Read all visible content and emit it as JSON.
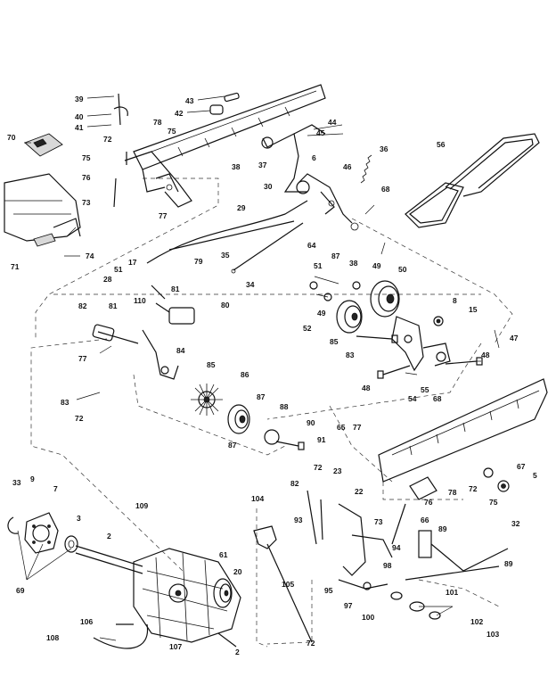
{
  "diagram": {
    "callouts": [
      {
        "id": "c39",
        "text": "39"
      },
      {
        "id": "c40",
        "text": "40"
      },
      {
        "id": "c41",
        "text": "41"
      },
      {
        "id": "c43",
        "text": "43"
      },
      {
        "id": "c42",
        "text": "42"
      },
      {
        "id": "c70",
        "text": "70"
      },
      {
        "id": "c72a",
        "text": "72"
      },
      {
        "id": "c78a",
        "text": "78"
      },
      {
        "id": "c75a",
        "text": "75"
      },
      {
        "id": "c75b",
        "text": "75"
      },
      {
        "id": "c76",
        "text": "76"
      },
      {
        "id": "c73a",
        "text": "73"
      },
      {
        "id": "c77a",
        "text": "77"
      },
      {
        "id": "c44",
        "text": "44"
      },
      {
        "id": "c45",
        "text": "45"
      },
      {
        "id": "c38a",
        "text": "38"
      },
      {
        "id": "c37",
        "text": "37"
      },
      {
        "id": "c6",
        "text": "6"
      },
      {
        "id": "c46",
        "text": "46"
      },
      {
        "id": "c36",
        "text": "36"
      },
      {
        "id": "c30",
        "text": "30"
      },
      {
        "id": "c68a",
        "text": "68"
      },
      {
        "id": "c56",
        "text": "56"
      },
      {
        "id": "c29",
        "text": "29"
      },
      {
        "id": "c64",
        "text": "64"
      },
      {
        "id": "c87a",
        "text": "87"
      },
      {
        "id": "c38b",
        "text": "38"
      },
      {
        "id": "c71",
        "text": "71"
      },
      {
        "id": "c74",
        "text": "74"
      },
      {
        "id": "c17",
        "text": "17"
      },
      {
        "id": "c79",
        "text": "79"
      },
      {
        "id": "c35",
        "text": "35"
      },
      {
        "id": "c51a",
        "text": "51"
      },
      {
        "id": "c28",
        "text": "28"
      },
      {
        "id": "c34",
        "text": "34"
      },
      {
        "id": "c51b",
        "text": "51"
      },
      {
        "id": "c49a",
        "text": "49"
      },
      {
        "id": "c50",
        "text": "50"
      },
      {
        "id": "c81a",
        "text": "81"
      },
      {
        "id": "c110",
        "text": "110"
      },
      {
        "id": "c80",
        "text": "80"
      },
      {
        "id": "c8",
        "text": "8"
      },
      {
        "id": "c49b",
        "text": "49"
      },
      {
        "id": "c15",
        "text": "15"
      },
      {
        "id": "c82a",
        "text": "82"
      },
      {
        "id": "c81b",
        "text": "81"
      },
      {
        "id": "c52",
        "text": "52"
      },
      {
        "id": "c47",
        "text": "47"
      },
      {
        "id": "c85a",
        "text": "85"
      },
      {
        "id": "c77b",
        "text": "77"
      },
      {
        "id": "c83a",
        "text": "83"
      },
      {
        "id": "c84",
        "text": "84"
      },
      {
        "id": "c48a",
        "text": "48"
      },
      {
        "id": "c85b",
        "text": "85"
      },
      {
        "id": "c86",
        "text": "86"
      },
      {
        "id": "c48b",
        "text": "48"
      },
      {
        "id": "c55",
        "text": "55"
      },
      {
        "id": "c54",
        "text": "54"
      },
      {
        "id": "c68b",
        "text": "68"
      },
      {
        "id": "c83b",
        "text": "83"
      },
      {
        "id": "c72b",
        "text": "72"
      },
      {
        "id": "c87b",
        "text": "87"
      },
      {
        "id": "c88",
        "text": "88"
      },
      {
        "id": "c87c",
        "text": "87"
      },
      {
        "id": "c90",
        "text": "90"
      },
      {
        "id": "c91",
        "text": "91"
      },
      {
        "id": "c65",
        "text": "65"
      },
      {
        "id": "c77c",
        "text": "77"
      },
      {
        "id": "c67",
        "text": "67"
      },
      {
        "id": "c5",
        "text": "5"
      },
      {
        "id": "c72c",
        "text": "72"
      },
      {
        "id": "c23",
        "text": "23"
      },
      {
        "id": "c78b",
        "text": "78"
      },
      {
        "id": "c72d",
        "text": "72"
      },
      {
        "id": "c22",
        "text": "22"
      },
      {
        "id": "c82b",
        "text": "82"
      },
      {
        "id": "c76b",
        "text": "76"
      },
      {
        "id": "c75c",
        "text": "75"
      },
      {
        "id": "c33",
        "text": "33"
      },
      {
        "id": "c9",
        "text": "9"
      },
      {
        "id": "c7",
        "text": "7"
      },
      {
        "id": "c109",
        "text": "109"
      },
      {
        "id": "c104",
        "text": "104"
      },
      {
        "id": "c93",
        "text": "93"
      },
      {
        "id": "c73b",
        "text": "73"
      },
      {
        "id": "c32",
        "text": "32"
      },
      {
        "id": "c3",
        "text": "3"
      },
      {
        "id": "c2a",
        "text": "2"
      },
      {
        "id": "c66",
        "text": "66"
      },
      {
        "id": "c89a",
        "text": "89"
      },
      {
        "id": "c94",
        "text": "94"
      },
      {
        "id": "c89b",
        "text": "89"
      },
      {
        "id": "c61",
        "text": "61"
      },
      {
        "id": "c20",
        "text": "20"
      },
      {
        "id": "c105",
        "text": "105"
      },
      {
        "id": "c98",
        "text": "98"
      },
      {
        "id": "c69",
        "text": "69"
      },
      {
        "id": "c95",
        "text": "95"
      },
      {
        "id": "c101",
        "text": "101"
      },
      {
        "id": "c97",
        "text": "97"
      },
      {
        "id": "c100",
        "text": "100"
      },
      {
        "id": "c106",
        "text": "106"
      },
      {
        "id": "c102",
        "text": "102"
      },
      {
        "id": "c108",
        "text": "108"
      },
      {
        "id": "c107",
        "text": "107"
      },
      {
        "id": "c103",
        "text": "103"
      },
      {
        "id": "c72e",
        "text": "72"
      },
      {
        "id": "c2b",
        "text": "2"
      }
    ]
  }
}
